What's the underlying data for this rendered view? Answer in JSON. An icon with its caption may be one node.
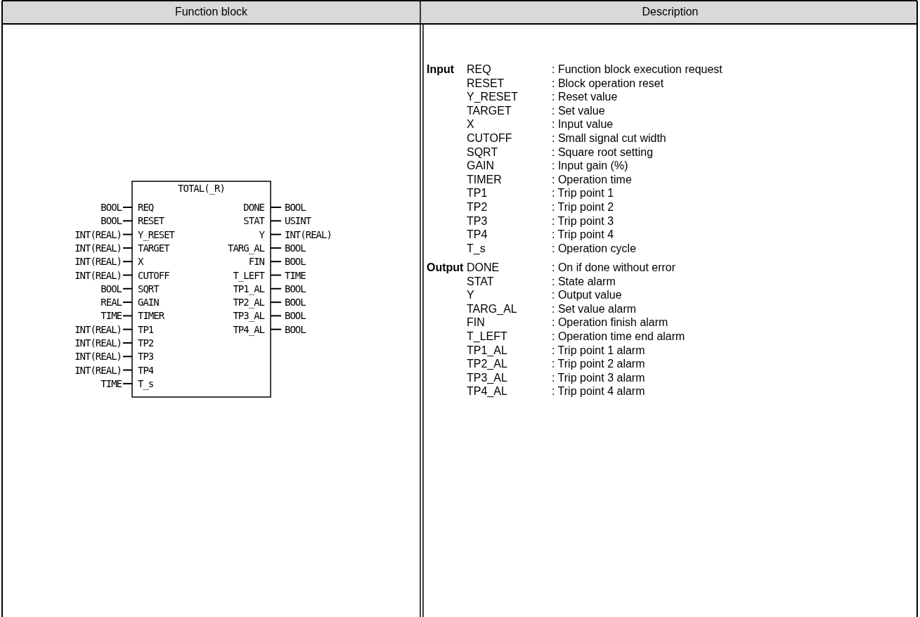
{
  "diagram": {
    "nodes": [
      {
        "text": [
          "TOTAL(_R)"
        ]
      }
    ],
    "edges": [],
    "labels": [
      "Function block",
      "Description",
      "BOOL",
      "REQ",
      "DONE",
      "BOOL",
      "BOOL",
      "RESET",
      "STAT",
      "USINT",
      "INT(REAL)",
      "Y_RESET",
      "Y",
      "INT(REAL)",
      "INT(REAL)",
      "TARGET",
      "TARG_AL",
      "BOOL",
      "INT(REAL)",
      "X",
      "FIN",
      "BOOL",
      "INT(REAL)",
      "CUTOFF",
      "T_LEFT",
      "TIME",
      "BOOL",
      "SQRT",
      "TP1_AL",
      "BOOL",
      "REAL",
      "GAIN",
      "TP2_AL",
      "BOOL",
      "TIME",
      "TIMER",
      "TP3_AL",
      "BOOL",
      "INT(REAL)",
      "TP1",
      "TP4_AL",
      "BOOL",
      "INT(REAL)",
      "TP2",
      "INT(REAL)",
      "TP3",
      "INT(REAL)",
      "TP4",
      "TIME",
      "T_s",
      "Input",
      "REQ",
      ": Function block execution request",
      "RESET",
      ": Block operation reset",
      "Y_RESET",
      ": Reset value",
      "TARGET",
      ": Set value",
      "X",
      ": Input value",
      "CUTOFF",
      ": Small signal cut width",
      "SQRT",
      ": Square root setting",
      "GAIN",
      ": Input gain (%)",
      "TIMER",
      ": Operation time",
      "TP1",
      ": Trip point 1",
      "TP2",
      ": Trip point 2",
      "TP3",
      ": Trip point 3",
      "TP4",
      ": Trip point 4",
      "T_s",
      ": Operation cycle",
      "Output",
      "DONE",
      ": On if done without error",
      "STAT",
      ": State alarm",
      "Y",
      ": Output value",
      "TARG_AL",
      ": Set value alarm",
      "FIN",
      ": Operation finish alarm",
      "T_LEFT",
      ": Operation time end alarm",
      "TP1_AL",
      ": Trip point 1 alarm",
      "TP2_AL",
      ": Trip point 2 alarm",
      "TP3_AL",
      ": Trip point 3 alarm",
      "TP4_AL",
      ": Trip point 4 alarm"
    ]
  }
}
